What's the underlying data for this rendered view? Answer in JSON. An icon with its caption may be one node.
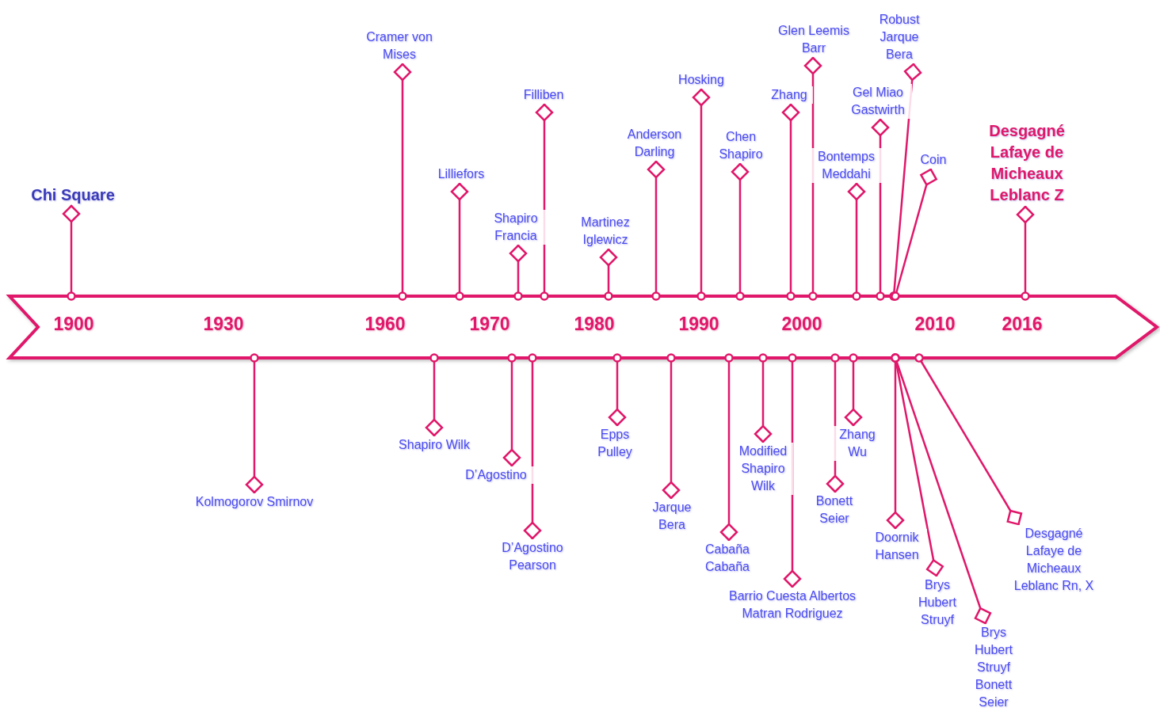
{
  "diagram": {
    "nodes": [
      {
        "text": [
          "1900",
          "1930",
          "1960",
          "1970",
          "1980",
          "1990",
          "2000",
          "2010",
          "2016"
        ]
      },
      {
        "text": [
          "Chi Square"
        ]
      },
      {
        "text": [
          "Cramer von Mises"
        ]
      },
      {
        "text": [
          "Lilliefors"
        ]
      },
      {
        "text": [
          "Shapiro Francia"
        ]
      },
      {
        "text": [
          "Filliben"
        ]
      },
      {
        "text": [
          "Martinez Iglewicz"
        ]
      },
      {
        "text": [
          "Anderson Darling"
        ]
      },
      {
        "text": [
          "Hosking"
        ]
      },
      {
        "text": [
          "Chen Shapiro"
        ]
      },
      {
        "text": [
          "Zhang"
        ]
      },
      {
        "text": [
          "Glen Leemis Barr"
        ]
      },
      {
        "text": [
          "Bontemps Meddahi"
        ]
      },
      {
        "text": [
          "Gel Miao Gastwirth"
        ]
      },
      {
        "text": [
          "Robust Jarque Bera"
        ]
      },
      {
        "text": [
          "Coin"
        ]
      },
      {
        "text": [
          "Desgagné Lafaye de Micheaux Leblanc Z"
        ]
      },
      {
        "text": [
          "Kolmogorov Smirnov"
        ]
      },
      {
        "text": [
          "Shapiro Wilk"
        ]
      },
      {
        "text": [
          "D’Agostino"
        ]
      },
      {
        "text": [
          "D’Agostino Pearson"
        ]
      },
      {
        "text": [
          "Epps Pulley"
        ]
      },
      {
        "text": [
          "Jarque Bera"
        ]
      },
      {
        "text": [
          "Cabaña Cabaña"
        ]
      },
      {
        "text": [
          "Modified Shapiro Wilk"
        ]
      },
      {
        "text": [
          "Barrio Cuesta Albertos Matran Rodriguez"
        ]
      },
      {
        "text": [
          "Bonett Seier"
        ]
      },
      {
        "text": [
          "Zhang Wu"
        ]
      },
      {
        "text": [
          "Doornik Hansen"
        ]
      },
      {
        "text": [
          "Brys Hubert Struyf"
        ]
      },
      {
        "text": [
          "Brys Hubert Struyf Bonett Seier"
        ]
      },
      {
        "text": [
          "Desgagné Lafaye de Micheaux Leblanc Rn, X"
        ]
      }
    ],
    "edges": [
      {
        "from": 1,
        "to": 0,
        "arrow": "other"
      },
      {
        "from": 2,
        "to": 0,
        "arrow": "other"
      },
      {
        "from": 3,
        "to": 0,
        "arrow": "other"
      },
      {
        "from": 4,
        "to": 0,
        "arrow": "other"
      },
      {
        "from": 5,
        "to": 0,
        "arrow": "other"
      },
      {
        "from": 6,
        "to": 0,
        "arrow": "other"
      },
      {
        "from": 7,
        "to": 0,
        "arrow": "other"
      },
      {
        "from": 8,
        "to": 0,
        "arrow": "other"
      },
      {
        "from": 9,
        "to": 0,
        "arrow": "other"
      },
      {
        "from": 10,
        "to": 0,
        "arrow": "other"
      },
      {
        "from": 11,
        "to": 0,
        "arrow": "other"
      },
      {
        "from": 12,
        "to": 0,
        "arrow": "other"
      },
      {
        "from": 13,
        "to": 0,
        "arrow": "other"
      },
      {
        "from": 14,
        "to": 0,
        "arrow": "other"
      },
      {
        "from": 15,
        "to": 0,
        "arrow": "other"
      },
      {
        "from": 16,
        "to": 0,
        "arrow": "other"
      },
      {
        "from": 17,
        "to": 0,
        "arrow": "other"
      },
      {
        "from": 18,
        "to": 0,
        "arrow": "other"
      },
      {
        "from": 19,
        "to": 0,
        "arrow": "other"
      },
      {
        "from": 20,
        "to": 0,
        "arrow": "other"
      },
      {
        "from": 21,
        "to": 0,
        "arrow": "other"
      },
      {
        "from": 22,
        "to": 0,
        "arrow": "other"
      },
      {
        "from": 23,
        "to": 0,
        "arrow": "other"
      },
      {
        "from": 24,
        "to": 0,
        "arrow": "other"
      },
      {
        "from": 25,
        "to": 0,
        "arrow": "other"
      },
      {
        "from": 26,
        "to": 0,
        "arrow": "other"
      },
      {
        "from": 27,
        "to": 0,
        "arrow": "other"
      },
      {
        "from": 28,
        "to": 0,
        "arrow": "other"
      },
      {
        "from": 29,
        "to": 0,
        "arrow": "other"
      },
      {
        "from": 30,
        "to": 0,
        "arrow": "other"
      },
      {
        "from": 31,
        "to": 0,
        "arrow": "other"
      }
    ]
  }
}
